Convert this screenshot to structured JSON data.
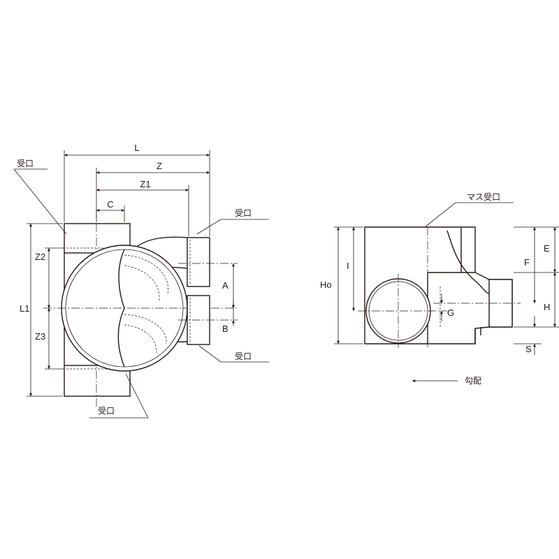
{
  "left_view": {
    "dims": {
      "L": "L",
      "Z": "Z",
      "Z1": "Z1",
      "C": "C",
      "Z2": "Z2",
      "L1": "L1",
      "Z3": "Z3",
      "A": "A",
      "B": "B"
    },
    "callouts": {
      "socket_top_left": "受口",
      "socket_right_upper": "受口",
      "socket_right_lower": "受口",
      "socket_bottom": "受口"
    }
  },
  "right_view": {
    "dims": {
      "Ho": "Ho",
      "I": "I",
      "E": "E",
      "F": "F",
      "G": "G",
      "H": "H",
      "S": "S"
    },
    "callouts": {
      "basin_socket": "マス受口"
    },
    "slope_label": "勾配"
  }
}
